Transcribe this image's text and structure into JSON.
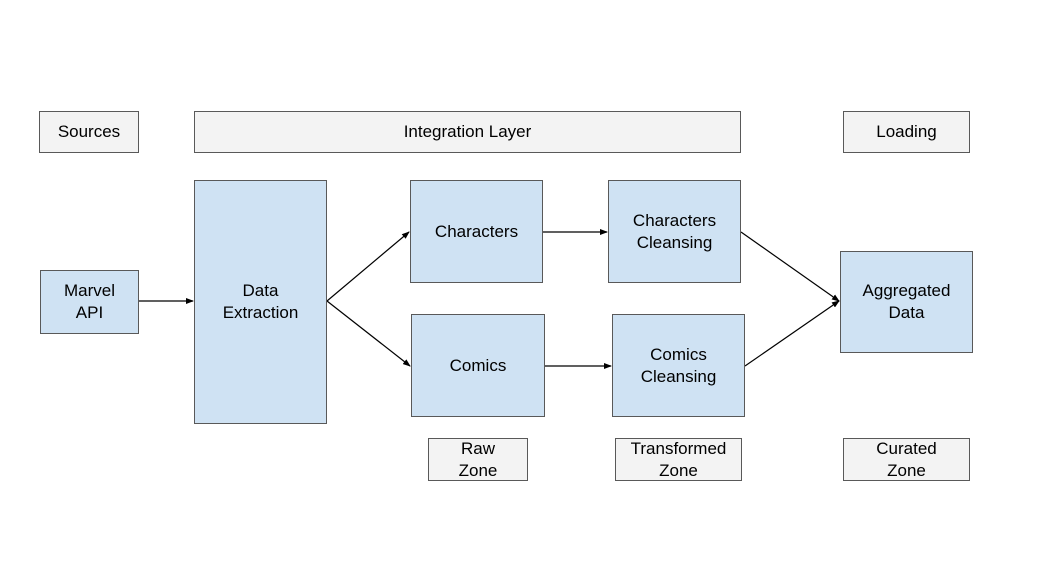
{
  "layers": {
    "sources": "Sources",
    "integration": "Integration Layer",
    "loading": "Loading"
  },
  "nodes": {
    "marvel_api": "Marvel\nAPI",
    "data_extraction": "Data\nExtraction",
    "characters": "Characters",
    "comics": "Comics",
    "characters_cleansing": "Characters\nCleansing",
    "comics_cleansing": "Comics\nCleansing",
    "aggregated_data": "Aggregated\nData"
  },
  "zones": {
    "raw": "Raw\nZone",
    "transformed": "Transformed\nZone",
    "curated": "Curated\nZone"
  },
  "edges": [
    {
      "from": "marvel_api",
      "to": "data_extraction"
    },
    {
      "from": "data_extraction",
      "to": "characters"
    },
    {
      "from": "data_extraction",
      "to": "comics"
    },
    {
      "from": "characters",
      "to": "characters_cleansing"
    },
    {
      "from": "comics",
      "to": "comics_cleansing"
    },
    {
      "from": "characters_cleansing",
      "to": "aggregated_data"
    },
    {
      "from": "comics_cleansing",
      "to": "aggregated_data"
    }
  ],
  "colors": {
    "node_fill": "#cfe2f3",
    "label_fill": "#f3f3f3",
    "border": "#595959",
    "arrow": "#000000"
  }
}
